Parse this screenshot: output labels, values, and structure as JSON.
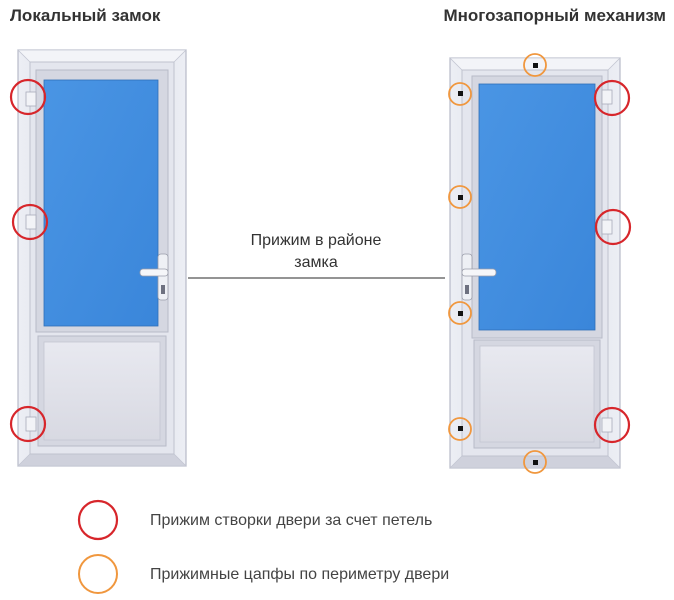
{
  "titles": {
    "left": "Локальный замок",
    "right": "Многозапорный механизм"
  },
  "center_label": {
    "line1": "Прижим в районе",
    "line2": "замка"
  },
  "legend": {
    "red": "Прижим створки двери за счет петель",
    "orange": "Прижимные цапфы по периметру двери"
  },
  "colors": {
    "hinge_marker": "#d7262b",
    "pin_marker": "#f0973e",
    "glass": "#3f8fe0",
    "frame": "#dfe1ea"
  }
}
